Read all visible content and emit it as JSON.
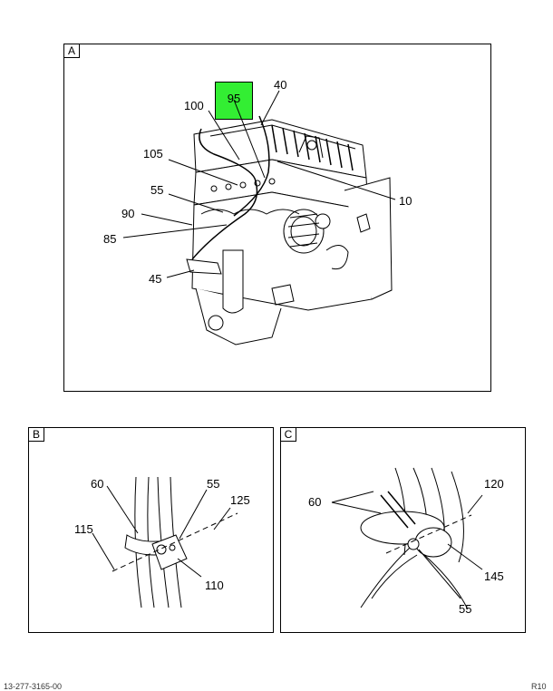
{
  "panels": {
    "a": {
      "tag": "A"
    },
    "b": {
      "tag": "B"
    },
    "c": {
      "tag": "C"
    }
  },
  "callouts_a": {
    "c95": "95",
    "c40": "40",
    "c100": "100",
    "c105": "105",
    "c10": "10",
    "c55": "55",
    "c90": "90",
    "c85": "85",
    "c45": "45"
  },
  "callouts_b": {
    "c60": "60",
    "c55": "55",
    "c125": "125",
    "c115": "115",
    "c110": "110"
  },
  "callouts_c": {
    "c60": "60",
    "c120": "120",
    "c145": "145",
    "c55": "55"
  },
  "highlight_color": "#33ee33",
  "footer": {
    "left": "13-277-3165-00",
    "right": "R10"
  }
}
